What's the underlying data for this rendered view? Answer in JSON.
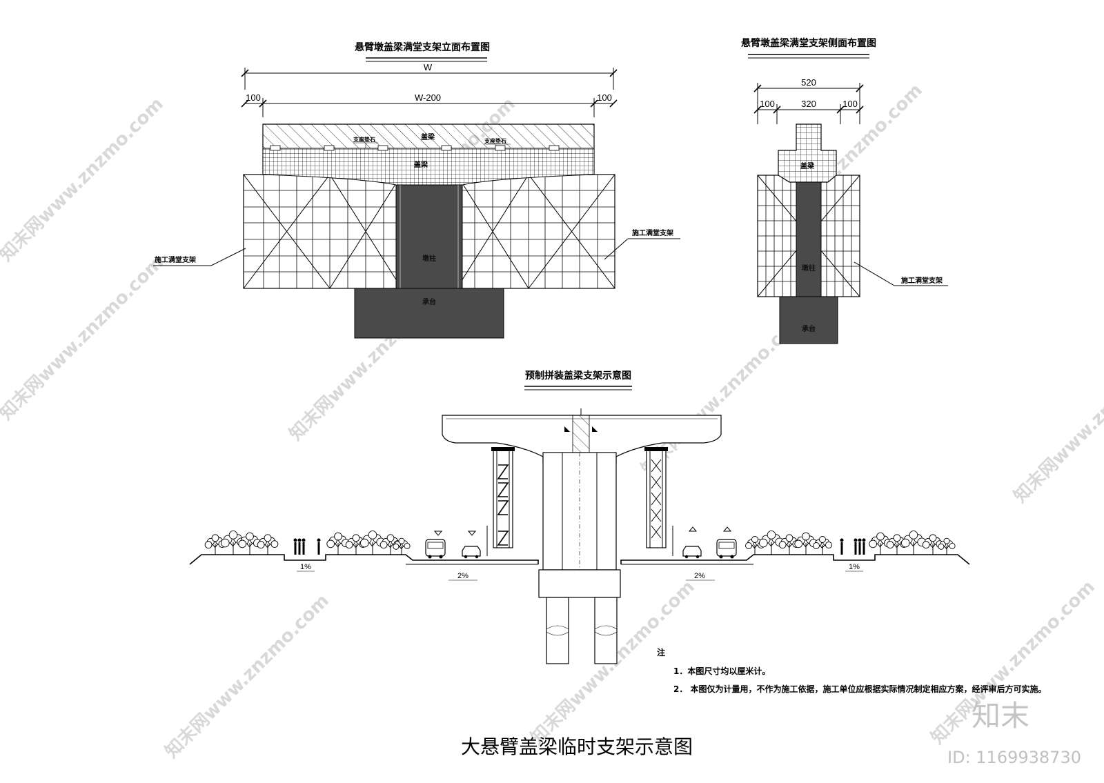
{
  "elevation_view": {
    "title": "悬臂墩盖梁满堂支架立面布置图",
    "dim_total": "W",
    "dim_left": "100",
    "dim_middle": "W-200",
    "dim_right": "100",
    "label_cap_beam": "盖梁",
    "label_cap_beam_lower": "盖梁",
    "label_support_stone_1": "支座垫石",
    "label_support_stone_2": "支座垫石",
    "label_pier": "墩柱",
    "label_pile_cap": "承台",
    "label_scaffold_left": "施工满堂支架",
    "label_scaffold_right": "施工满堂支架"
  },
  "side_view": {
    "title": "悬臂墩盖梁满堂支架侧面布置图",
    "dim_total": "520",
    "dim_left": "100",
    "dim_middle": "320",
    "dim_right": "100",
    "label_cap_beam": "盖梁",
    "label_pier": "墩柱",
    "label_pile_cap": "承台",
    "label_scaffold": "施工满堂支架"
  },
  "precast_view": {
    "title": "预制拼装盖梁支架示意图",
    "slope_left_walk": "1%",
    "slope_left_road": "2%",
    "slope_right_road": "2%",
    "slope_right_walk": "1%"
  },
  "notes": {
    "heading": "注",
    "items": [
      "1．本图尺寸均以厘米计。",
      "2． 本图仅为计量用，不作为施工依据，施工单位应根据实际情况制定相应方案，经评审后方可实施。"
    ]
  },
  "main_title": "大悬臂盖梁临时支架示意图",
  "watermark": {
    "text": "知末网www.znzmo.com",
    "logo": "知末",
    "id": "ID: 1169938730"
  },
  "colors": {
    "line": "#000000",
    "dark_fill": "#4a4a4a",
    "watermark": "#d8d8d8"
  }
}
